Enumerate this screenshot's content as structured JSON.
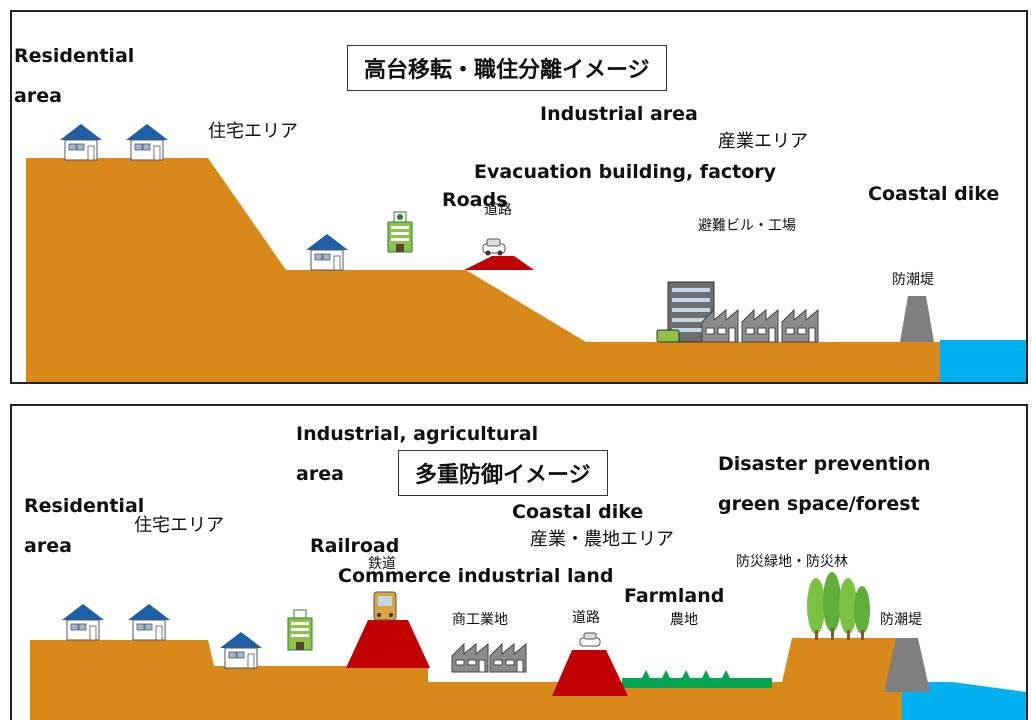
{
  "top_panel": {
    "title": "高台移転・職住分離イメージ",
    "residential_en_line1": "Residential",
    "residential_en_line2": "area",
    "residential_jp": "住宅エリア",
    "industrial_en": "Industrial area",
    "industrial_jp": "産業エリア",
    "evacuation_en": "Evacuation building, factory",
    "evacuation_jp": "避難ビル・工場",
    "roads_en": "Roads",
    "roads_jp": "道路",
    "dike_en": "Coastal dike",
    "dike_jp": "防潮堤"
  },
  "bottom_panel": {
    "title": "多重防御イメージ",
    "industrial_agri_en_line1": "Industrial, agricultural",
    "industrial_agri_en_line2": "area",
    "residential_en_line1": "Residential",
    "residential_en_line2": "area",
    "residential_jp": "住宅エリア",
    "railroad_en": "Railroad",
    "railroad_jp": "鉄道",
    "commerce_en": "Commerce industrial land",
    "commerce_jp": "商工業地",
    "dike_en": "Coastal dike",
    "industrial_agri_jp": "産業・農地エリア",
    "road_jp": "道路",
    "farmland_en": "Farmland",
    "farmland_jp": "農地",
    "green_en_line1": "Disaster prevention",
    "green_en_line2": "green space/forest",
    "green_jp": "防災緑地・防災林",
    "dike_jp": "防潮堤"
  },
  "colors": {
    "ground": "#D9881A",
    "embankment": "#C00000",
    "sea": "#00B0F0",
    "farmland": "#00A651",
    "dike": "#7F7F7F",
    "roof": "#1F5FA8",
    "tree": "#7CC242"
  }
}
